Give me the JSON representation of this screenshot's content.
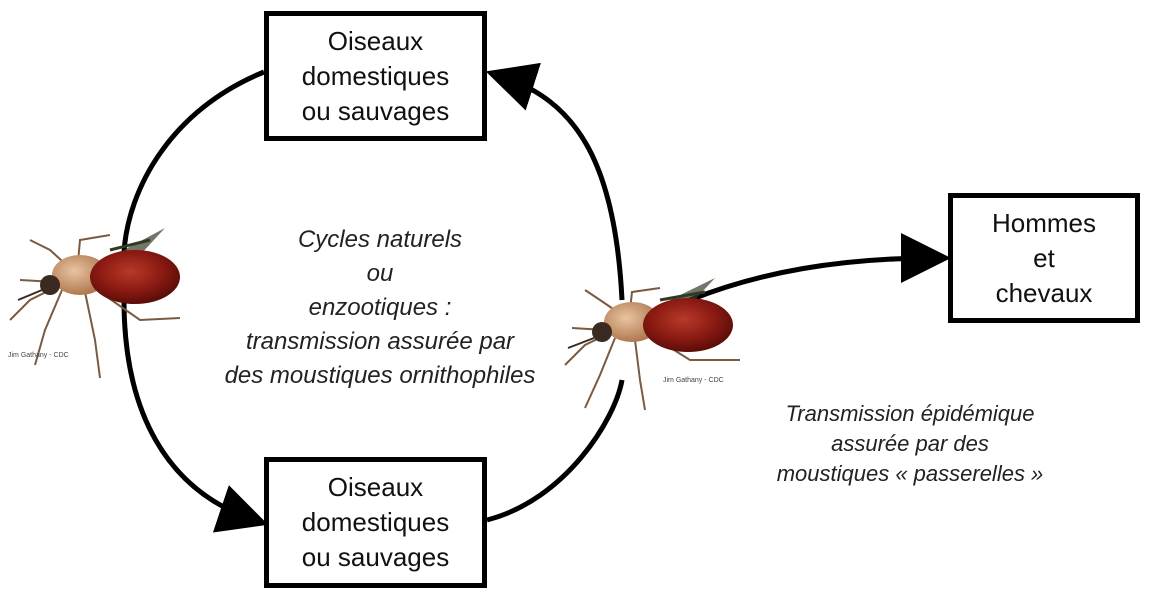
{
  "nodes": {
    "top": [
      "Oiseaux",
      "domestiques",
      "ou sauvages"
    ],
    "bottom": [
      "Oiseaux",
      "domestiques",
      "ou sauvages"
    ],
    "right": [
      "Hommes",
      "et",
      "chevaux"
    ]
  },
  "cycle_text": [
    "Cycles naturels",
    "ou",
    "enzootiques :",
    "transmission assurée par",
    "des moustiques ornithophiles"
  ],
  "epidemic_text": [
    "Transmission épidémique",
    "assurée par des",
    "moustiques « passerelles »"
  ],
  "photo_credit_left": "Jim Gathany - CDC",
  "photo_credit_right": "Jim Gathany - CDC",
  "colors": {
    "arrow": "#000000",
    "mosquito_abdomen": "#8a1a12",
    "mosquito_thorax": "#c99a76"
  }
}
